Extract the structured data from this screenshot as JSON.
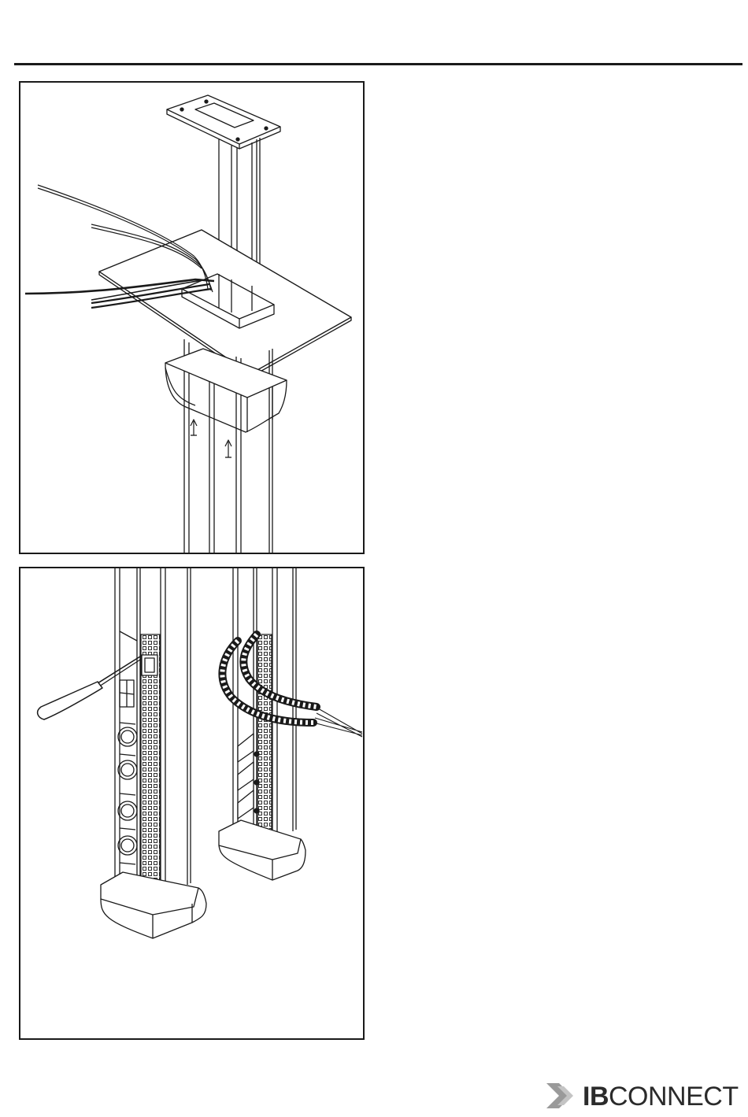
{
  "header": {},
  "figures": [
    {
      "id": "figure-1",
      "icon": "column-cable-feed-illustration"
    },
    {
      "id": "figure-2",
      "icon": "column-screwdriver-cable-chain-illustration"
    }
  ],
  "footer": {
    "logo": {
      "ib": "IB",
      "rest": "CONNECT",
      "icon": "ibconnect-chevron-icon",
      "colors": {
        "mark": "#9a9a9a",
        "text": "#2b2b2b"
      }
    }
  }
}
